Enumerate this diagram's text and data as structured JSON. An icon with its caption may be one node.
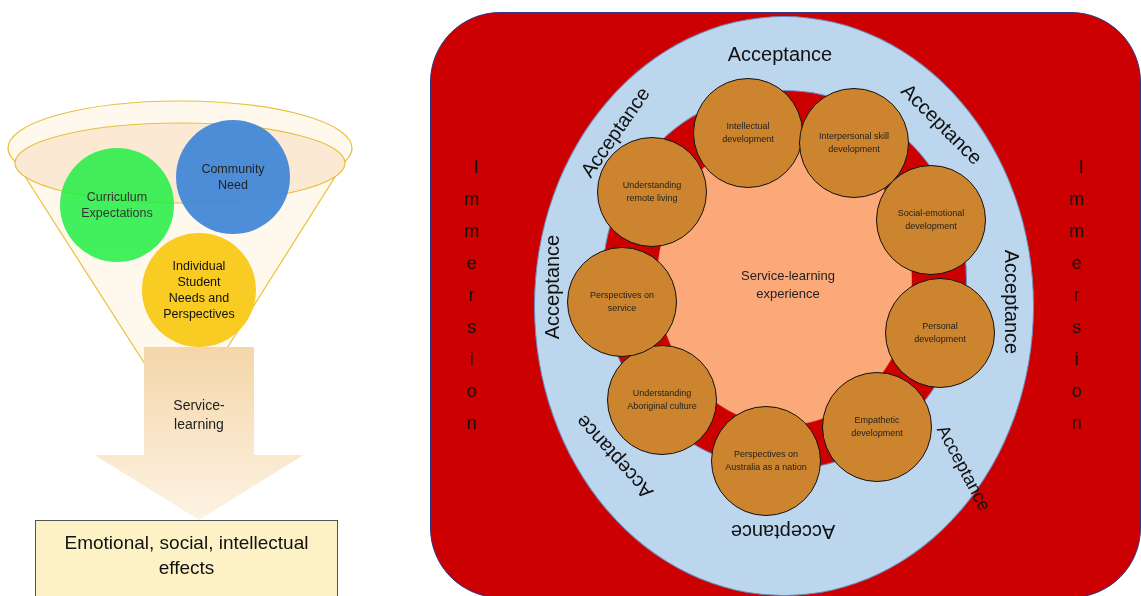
{
  "diagram": {
    "nodes": [
      {
        "text": [
          "Curriculum Expectations"
        ]
      },
      {
        "text": [
          "Community Need"
        ]
      },
      {
        "text": [
          "Individual Student Needs and Perspectives"
        ]
      },
      {
        "text": [
          "Emotional, social, intellectual effects"
        ]
      },
      {
        "text": [
          "Immersion",
          "Immersion"
        ]
      },
      {
        "text": [
          "Acceptance",
          "Acceptance",
          "Acceptance",
          "Acceptance",
          "Acceptance",
          "Acceptance",
          "Acceptance",
          "Acceptance"
        ],
        "in": 4
      },
      {
        "text": [
          "Service-learning experience"
        ],
        "in": 5
      },
      {
        "text": [
          "Intellectual development"
        ],
        "in": 5
      },
      {
        "text": [
          "Interpersonal skill development"
        ],
        "in": 5
      },
      {
        "text": [
          "Social-emotional development"
        ],
        "in": 5
      },
      {
        "text": [
          "Personal development"
        ],
        "in": 5
      },
      {
        "text": [
          "Empathetic development"
        ],
        "in": 5
      },
      {
        "text": [
          "Perspectives on Australia as a nation"
        ],
        "in": 5
      },
      {
        "text": [
          "Understanding Aboriginal culture"
        ],
        "in": 5
      },
      {
        "text": [
          "Perspectives on service"
        ],
        "in": 5
      },
      {
        "text": [
          "Understanding remote living"
        ],
        "in": 5
      }
    ],
    "edges": [
      {
        "from": 2,
        "to": 3,
        "arrow": "to",
        "label": "Service-learning",
        "style": "thick"
      }
    ]
  }
}
